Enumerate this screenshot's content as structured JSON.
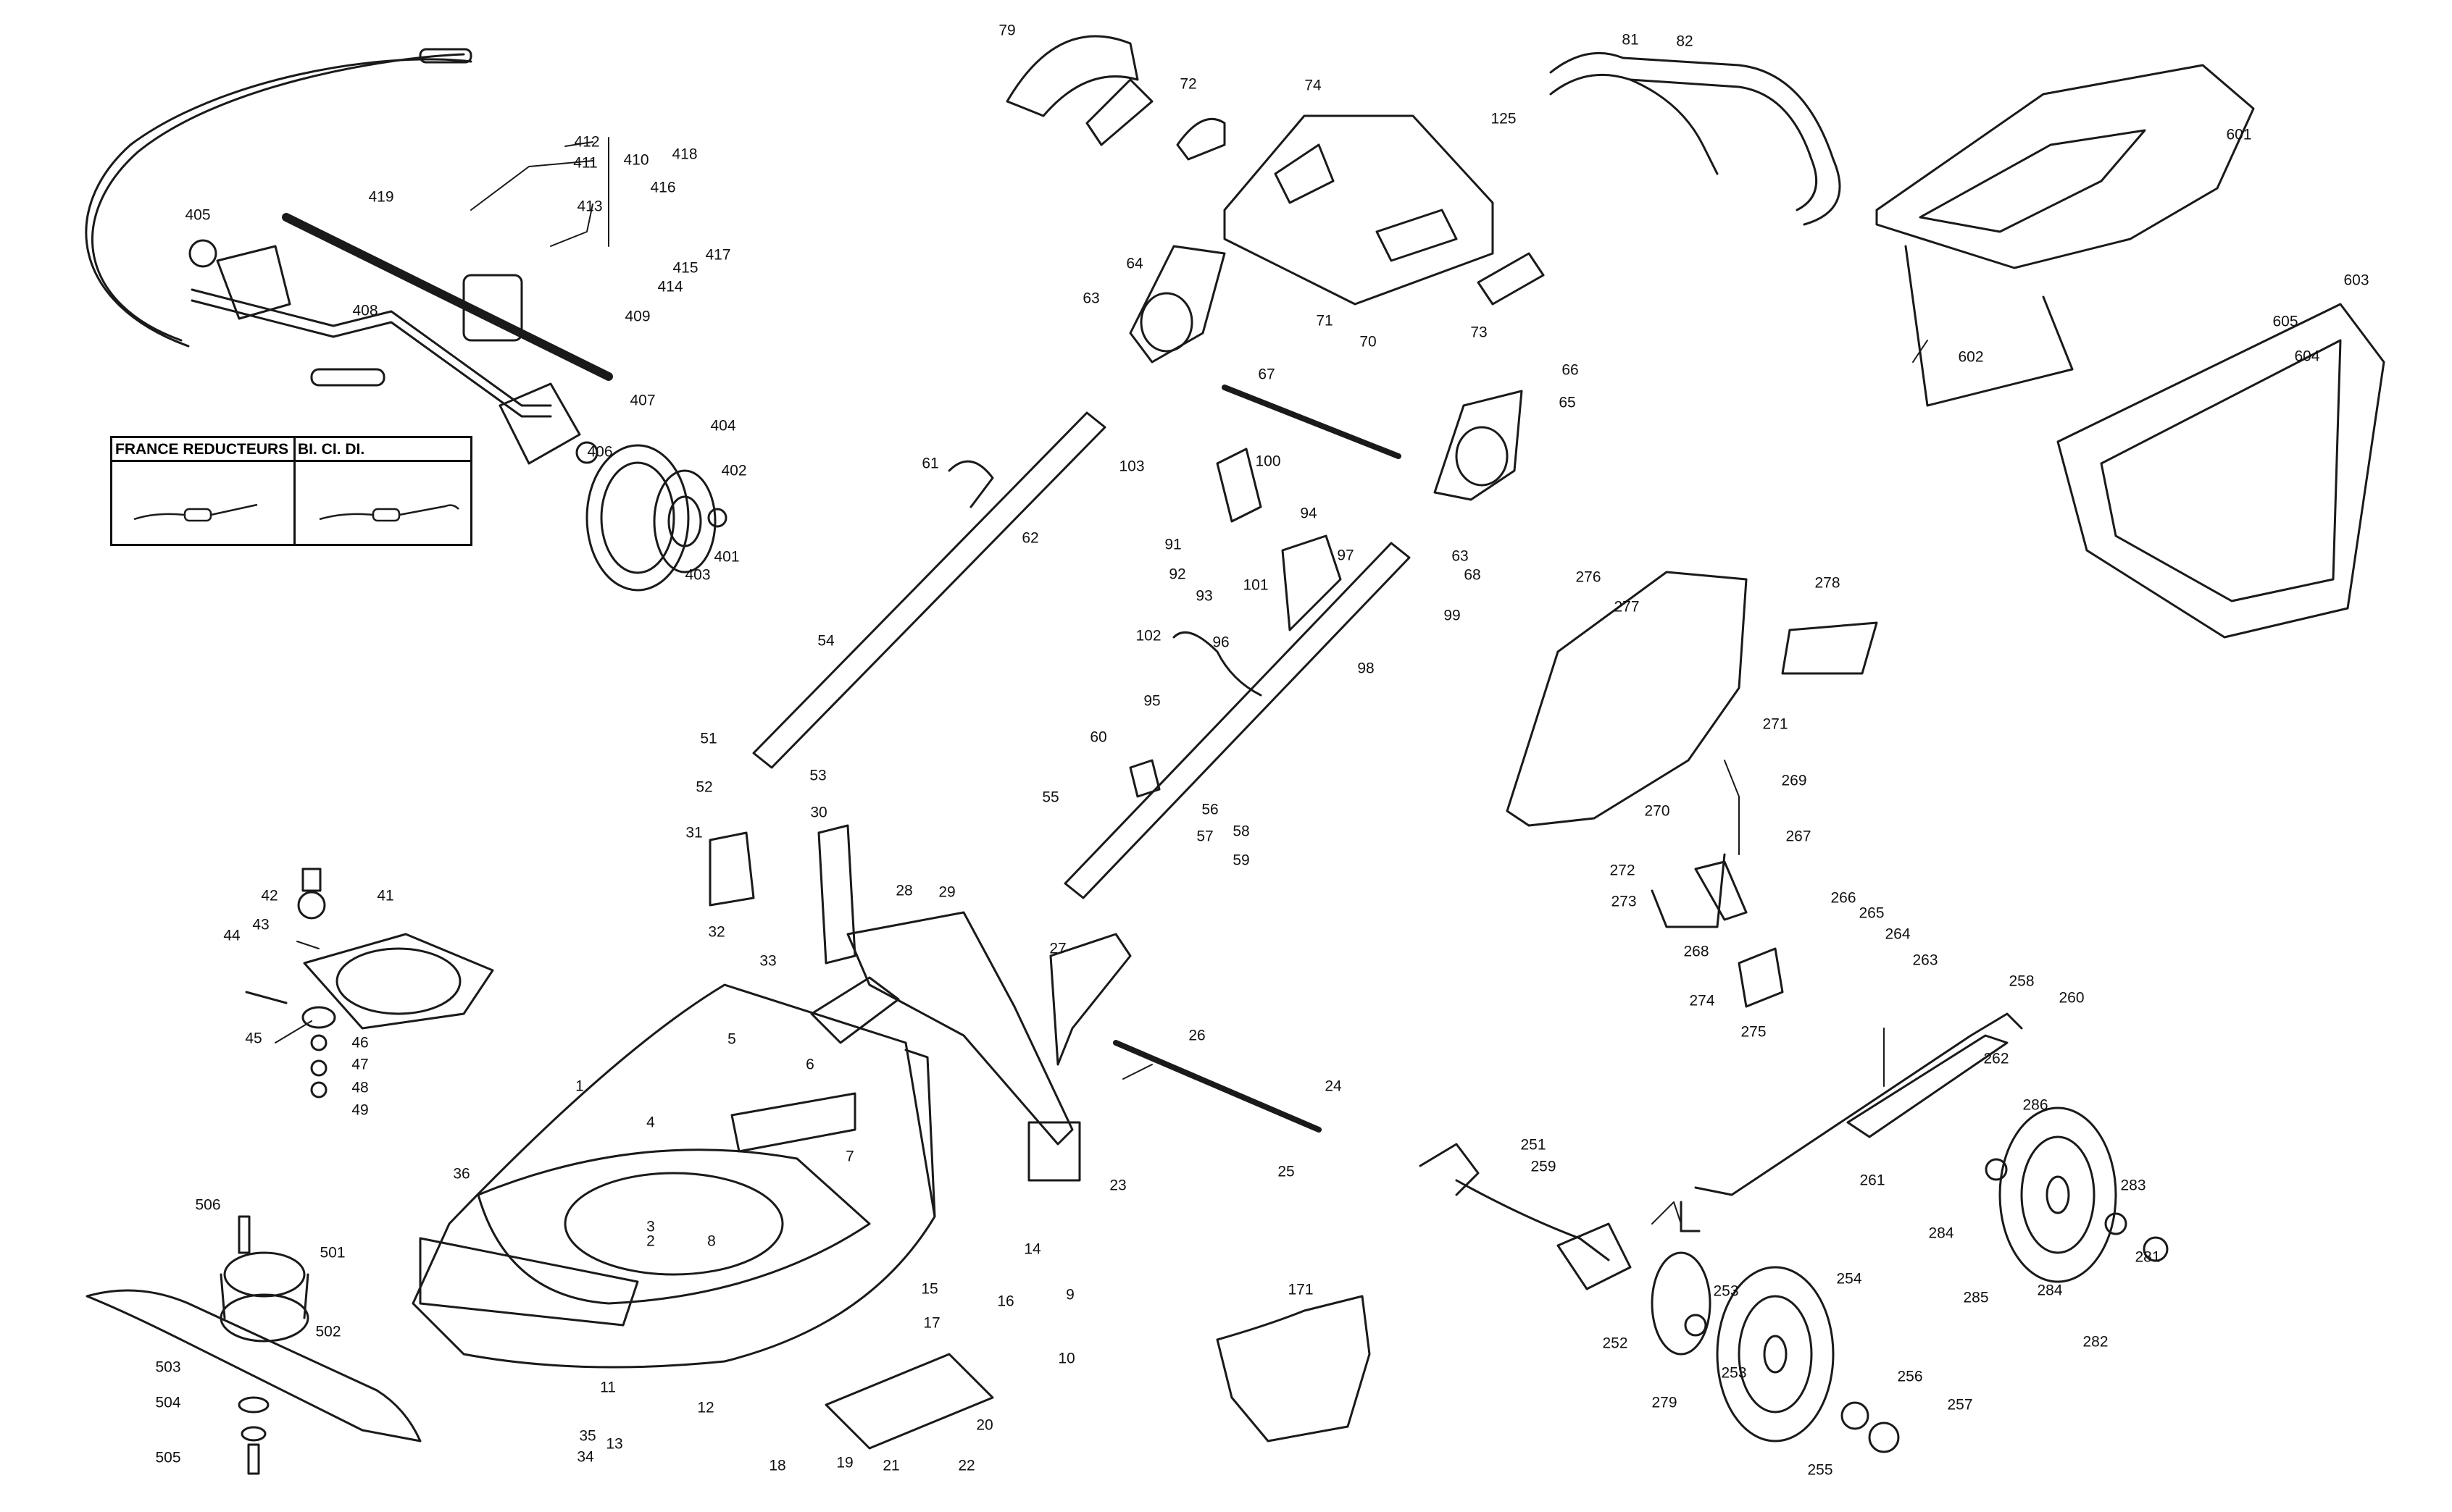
{
  "inset": {
    "left_header": "FRANCE REDUCTEURS",
    "right_header": "BI. CI. DI."
  },
  "labels": [
    "1",
    "2",
    "3",
    "4",
    "5",
    "6",
    "7",
    "8",
    "9",
    "10",
    "11",
    "12",
    "13",
    "14",
    "15",
    "16",
    "17",
    "18",
    "19",
    "20",
    "21",
    "22",
    "23",
    "24",
    "25",
    "26",
    "27",
    "28",
    "29",
    "30",
    "31",
    "32",
    "33",
    "34",
    "35",
    "36",
    "41",
    "42",
    "43",
    "44",
    "45",
    "46",
    "47",
    "48",
    "49",
    "51",
    "52",
    "53",
    "54",
    "55",
    "56",
    "57",
    "58",
    "59",
    "60",
    "61",
    "62",
    "63",
    "63",
    "64",
    "65",
    "66",
    "67",
    "68",
    "70",
    "71",
    "72",
    "73",
    "74",
    "79",
    "81",
    "82",
    "91",
    "92",
    "93",
    "94",
    "95",
    "96",
    "97",
    "98",
    "99",
    "100",
    "101",
    "102",
    "103",
    "125",
    "171",
    "251",
    "252",
    "253",
    "253",
    "254",
    "255",
    "256",
    "257",
    "258",
    "259",
    "260",
    "261",
    "262",
    "263",
    "264",
    "265",
    "266",
    "267",
    "268",
    "269",
    "270",
    "271",
    "272",
    "273",
    "274",
    "275",
    "276",
    "277",
    "278",
    "279",
    "281",
    "282",
    "283",
    "284",
    "284",
    "285",
    "286",
    "401",
    "402",
    "403",
    "404",
    "405",
    "406",
    "407",
    "408",
    "409",
    "410",
    "411",
    "412",
    "413",
    "414",
    "415",
    "416",
    "417",
    "418",
    "419",
    "501",
    "502",
    "503",
    "504",
    "505",
    "506",
    "601",
    "602",
    "603",
    "604",
    "605"
  ]
}
